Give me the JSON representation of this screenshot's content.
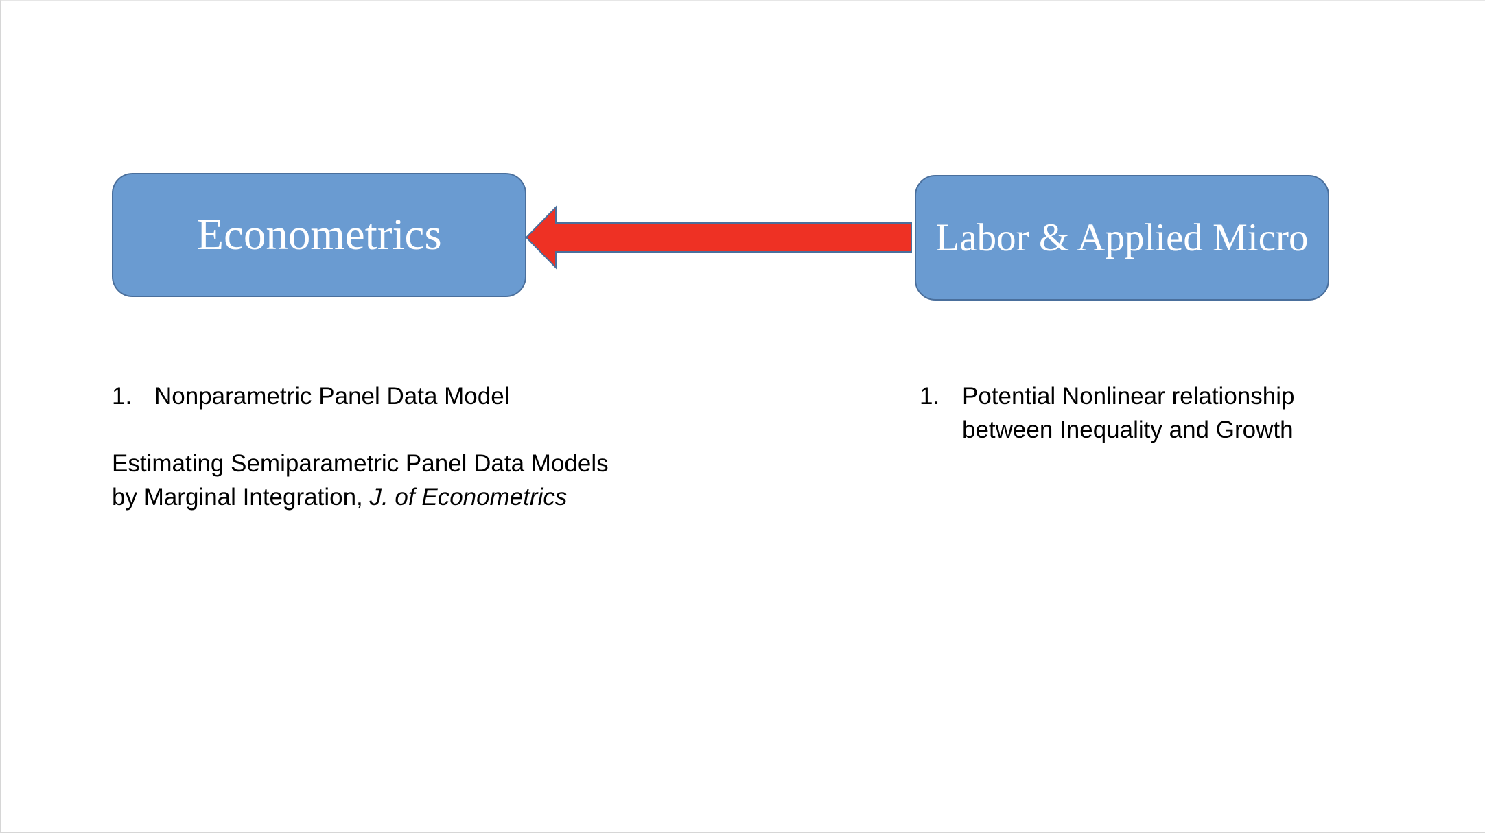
{
  "diagram": {
    "left_box": {
      "label": "Econometrics"
    },
    "right_box": {
      "label": "Labor & Applied Micro"
    },
    "arrow": {
      "direction": "right-to-left",
      "color": "#ee3124",
      "stroke": "#4a6f9c"
    },
    "colors": {
      "box_fill": "#6a9bd1",
      "box_border": "#4a6f9c",
      "box_text": "#ffffff"
    }
  },
  "left_column": {
    "item_number": "1.",
    "item_text": "Nonparametric Panel Data Model",
    "reference_line1": "Estimating Semiparametric Panel Data Models",
    "reference_line2_prefix": "by Marginal Integration, ",
    "reference_line2_journal": "J. of Econometrics"
  },
  "right_column": {
    "item_number": "1.",
    "item_line1": "Potential Nonlinear relationship",
    "item_line2": "between Inequality and Growth"
  }
}
